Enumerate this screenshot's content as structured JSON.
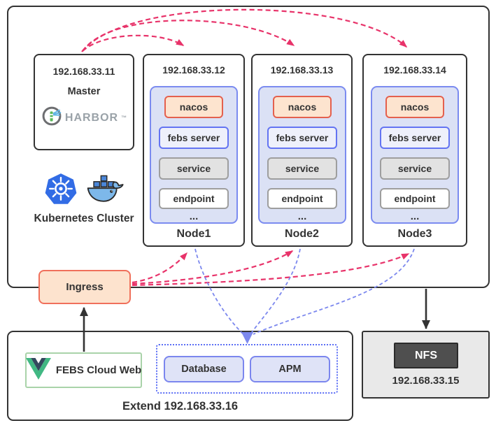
{
  "cluster": {
    "label": "Kubernetes Cluster",
    "master": {
      "ip": "192.168.33.11",
      "name": "Master",
      "registry_label": "HARBOR",
      "registry_tm": "™"
    },
    "nodes": [
      {
        "ip": "192.168.33.12",
        "name": "Node1",
        "stack": [
          "nacos",
          "febs server",
          "service",
          "endpoint"
        ],
        "ellipsis": "..."
      },
      {
        "ip": "192.168.33.13",
        "name": "Node2",
        "stack": [
          "nacos",
          "febs server",
          "service",
          "endpoint"
        ],
        "ellipsis": "..."
      },
      {
        "ip": "192.168.33.14",
        "name": "Node3",
        "stack": [
          "nacos",
          "febs server",
          "service",
          "endpoint"
        ],
        "ellipsis": "..."
      }
    ],
    "ingress": {
      "label": "Ingress"
    }
  },
  "extend": {
    "label": "Extend 192.168.33.16",
    "web": {
      "label": "FEBS Cloud Web"
    },
    "services": [
      {
        "label": "Database"
      },
      {
        "label": "APM"
      }
    ]
  },
  "storage": {
    "label": "NFS",
    "ip": "192.168.33.15"
  },
  "icons": {
    "kubernetes": "kubernetes-helm-wheel",
    "docker": "docker-whale",
    "vue": "vue-logo",
    "harbor": "harbor-lighthouse"
  },
  "colors": {
    "outline": "#333333",
    "arrow_red": "#e8336a",
    "arrow_blue": "#7c88ee",
    "arrow_black": "#333333",
    "pod_fill": "#dbe1f5",
    "pod_border": "#7b8bf0",
    "nacos_fill": "#fde4cf",
    "nacos_border": "#e4604e",
    "febs_fill": "#eef0fb",
    "febs_border": "#6374f2",
    "service_fill": "#e2e2e2",
    "endpoint_fill": "#ffffff",
    "ingress_fill": "#fde3ce",
    "ingress_border": "#f0705b",
    "web_border": "#a9d3a9",
    "dotted_border": "#5b6ef5",
    "nfs_outer_fill": "#e9e9e9",
    "nfs_inner_fill": "#4f4f4f",
    "kubernetes_blue": "#326ce5",
    "docker_blue": "#7db8ea",
    "vue_green": "#41b883",
    "vue_dark": "#34495e",
    "harbor_gray": "#9aa2a8"
  }
}
